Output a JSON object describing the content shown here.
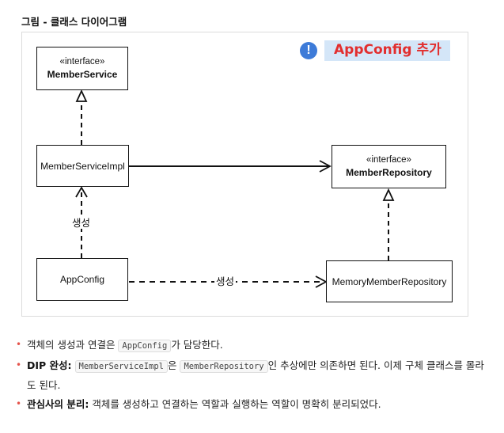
{
  "heading": "그림 - 클래스 다이어그램",
  "callout": {
    "icon": "exclamation-icon",
    "text": "AppConfig 추가",
    "icon_color": "#3d7bd8",
    "text_color": "#e22e2e",
    "background": "#d4e6f8"
  },
  "diagram": {
    "member_service": {
      "stereotype": "«interface»",
      "name": "MemberService"
    },
    "member_service_impl": {
      "name": "MemberServiceImpl"
    },
    "member_repository": {
      "stereotype": "«interface»",
      "name": "MemberRepository"
    },
    "app_config": {
      "name": "AppConfig"
    },
    "memory_member_repository": {
      "name": "MemoryMemberRepository"
    },
    "label_create_vertical": "생성",
    "label_create_horizontal": "생성"
  },
  "bullets": [
    {
      "pre": "객체의 생성과 연결은 ",
      "code1": "AppConfig",
      "post": "가 담당한다."
    },
    {
      "bold": "DIP 완성:",
      "pre": " ",
      "code1": "MemberServiceImpl",
      "mid": "은 ",
      "code2": "MemberRepository",
      "post": "인 추상에만 의존하면 된다. 이제 구체 클래스를 몰라도 된다."
    },
    {
      "bold": "관심사의 분리:",
      "post": " 객체를 생성하고 연결하는 역할과 실행하는 역할이 명확히 분리되었다."
    }
  ]
}
